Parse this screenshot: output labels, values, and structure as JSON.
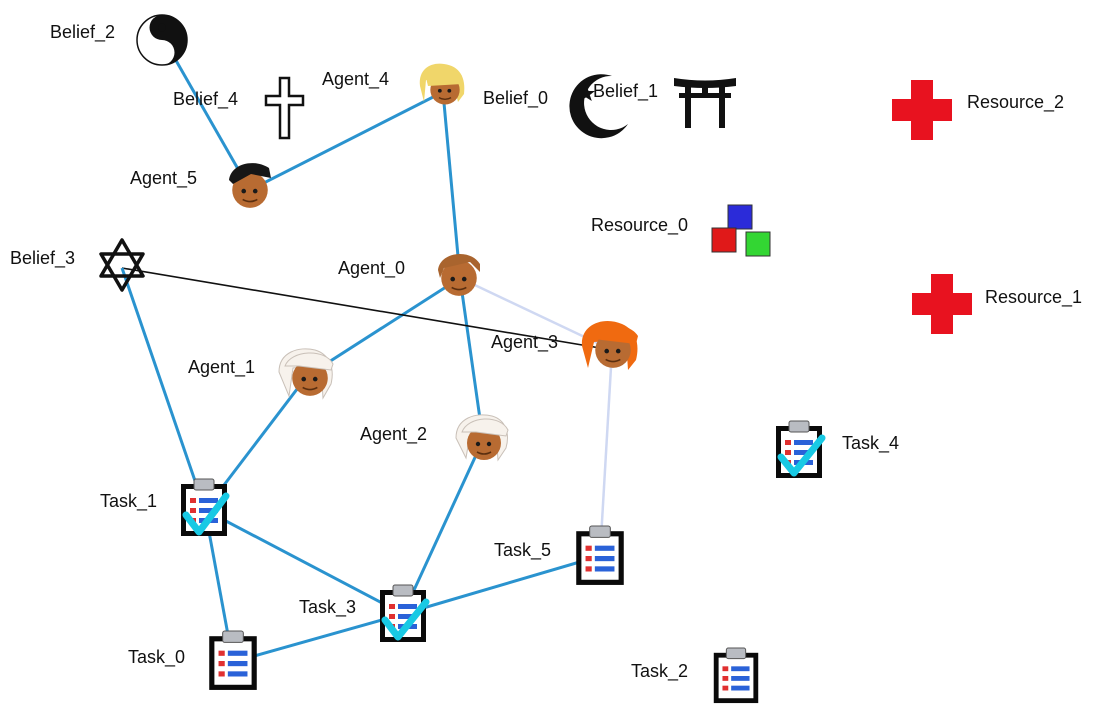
{
  "colors": {
    "edge_primary": "#2a93cf",
    "edge_light": "#cfd8f2",
    "edge_dark": "#111111",
    "resource_cross": "#e8121f",
    "check": "#18c9e4"
  },
  "nodes": {
    "belief_0": {
      "label": "Belief_0",
      "icon": "crescent-star-icon"
    },
    "belief_1": {
      "label": "Belief_1",
      "icon": "torii-gate-icon"
    },
    "belief_2": {
      "label": "Belief_2",
      "icon": "yin-yang-icon"
    },
    "belief_3": {
      "label": "Belief_3",
      "icon": "star-of-david-icon"
    },
    "belief_4": {
      "label": "Belief_4",
      "icon": "cross-icon"
    },
    "agent_0": {
      "label": "Agent_0",
      "icon": "agent-face-icon",
      "hair": "#a9642e"
    },
    "agent_1": {
      "label": "Agent_1",
      "icon": "agent-face-icon",
      "hair": "#f7f2ec"
    },
    "agent_2": {
      "label": "Agent_2",
      "icon": "agent-face-icon",
      "hair": "#f7f2ec"
    },
    "agent_3": {
      "label": "Agent_3",
      "icon": "agent-face-icon",
      "hair": "#f06a10"
    },
    "agent_4": {
      "label": "Agent_4",
      "icon": "agent-face-icon",
      "hair": "#f0d66a"
    },
    "agent_5": {
      "label": "Agent_5",
      "icon": "agent-face-icon",
      "hair": "#161616"
    },
    "resource_0": {
      "label": "Resource_0",
      "icon": "cubes-icon"
    },
    "resource_1": {
      "label": "Resource_1",
      "icon": "red-cross-icon"
    },
    "resource_2": {
      "label": "Resource_2",
      "icon": "red-cross-icon"
    },
    "task_0": {
      "label": "Task_0",
      "icon": "clipboard-icon",
      "done": false
    },
    "task_1": {
      "label": "Task_1",
      "icon": "clipboard-check-icon",
      "done": true
    },
    "task_2": {
      "label": "Task_2",
      "icon": "clipboard-icon",
      "done": false
    },
    "task_3": {
      "label": "Task_3",
      "icon": "clipboard-check-icon",
      "done": true
    },
    "task_4": {
      "label": "Task_4",
      "icon": "clipboard-check-icon",
      "done": true
    },
    "task_5": {
      "label": "Task_5",
      "icon": "clipboard-icon",
      "done": false
    }
  },
  "edges": [
    {
      "from": "belief_2",
      "to": "agent_5",
      "style": "primary"
    },
    {
      "from": "agent_5",
      "to": "agent_4",
      "style": "primary"
    },
    {
      "from": "agent_4",
      "to": "agent_0",
      "style": "primary"
    },
    {
      "from": "agent_0",
      "to": "agent_1",
      "style": "primary"
    },
    {
      "from": "agent_0",
      "to": "agent_2",
      "style": "primary"
    },
    {
      "from": "agent_0",
      "to": "agent_3",
      "style": "light"
    },
    {
      "from": "belief_3",
      "to": "agent_3",
      "style": "dark"
    },
    {
      "from": "belief_3",
      "to": "task_1",
      "style": "primary"
    },
    {
      "from": "agent_1",
      "to": "task_1",
      "style": "primary"
    },
    {
      "from": "agent_2",
      "to": "task_3",
      "style": "primary"
    },
    {
      "from": "agent_3",
      "to": "task_5",
      "style": "light"
    },
    {
      "from": "task_1",
      "to": "task_3",
      "style": "primary"
    },
    {
      "from": "task_1",
      "to": "task_0",
      "style": "primary"
    },
    {
      "from": "task_0",
      "to": "task_3",
      "style": "primary"
    },
    {
      "from": "task_3",
      "to": "task_5",
      "style": "primary"
    }
  ]
}
